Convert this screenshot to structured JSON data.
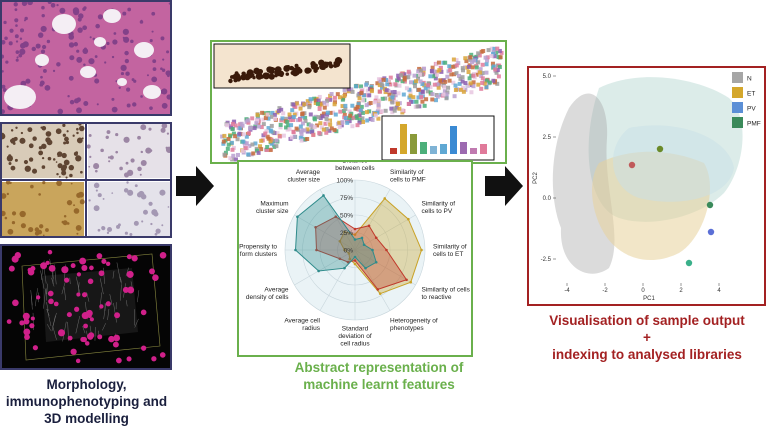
{
  "captions": {
    "left": [
      "Morphology,",
      "immunophenotyping and",
      "3D modelling"
    ],
    "middle": [
      "Abstract representation of",
      "machine learnt features"
    ],
    "right": [
      "Visualisation of sample output",
      "+",
      "indexing to analysed libraries"
    ]
  },
  "radar": {
    "axes": [
      [
        "Distance",
        "between cells"
      ],
      [
        "Similarity of",
        "cells to PMF"
      ],
      [
        "Similarity of",
        "cells to PV"
      ],
      [
        "Similarity of",
        "cells to ET"
      ],
      [
        "Similarity of cells",
        "to reactive"
      ],
      [
        "Heterogeneity of",
        "phenotypes"
      ],
      [
        "Standard",
        "deviation of",
        "cell radius"
      ],
      [
        "Average cell",
        "radius"
      ],
      [
        "Average",
        "density of cells"
      ],
      [
        "Propensity to",
        "form clusters"
      ],
      [
        "Maximum",
        "cluster size"
      ],
      [
        "Average",
        "cluster size"
      ]
    ],
    "percent_ticks": [
      "0%",
      "25%",
      "50%",
      "75%",
      "100%"
    ],
    "series": [
      {
        "color": "#c9a227",
        "values": [
          0.22,
          0.85,
          0.88,
          0.95,
          0.92,
          0.72,
          0.2,
          0.15,
          0.1,
          0.15,
          0.25,
          0.3
        ]
      },
      {
        "color": "#c0392b",
        "values": [
          0.3,
          0.4,
          0.35,
          0.45,
          0.85,
          0.65,
          0.15,
          0.2,
          0.25,
          0.55,
          0.65,
          0.55
        ]
      },
      {
        "color": "#2e8b8b",
        "values": [
          0.15,
          0.2,
          0.15,
          0.25,
          0.35,
          0.3,
          0.1,
          0.3,
          0.6,
          0.85,
          0.95,
          0.9
        ]
      }
    ]
  },
  "pca": {
    "xlabel": "PC1",
    "ylabel": "PC2",
    "x_ticks": [
      "-4",
      "-2",
      "0",
      "2",
      "4"
    ],
    "y_ticks": [
      "5.0",
      "2.5",
      "0.0",
      "-2.5"
    ],
    "legend": [
      {
        "label": "N",
        "color": "#a6a6a6"
      },
      {
        "label": "ET",
        "color": "#d4a72c"
      },
      {
        "label": "PV",
        "color": "#5b8fd6"
      },
      {
        "label": "PMF",
        "color": "#3a8a5a"
      }
    ]
  },
  "colors": {
    "left_frame": "#3a3a6a",
    "middle_frame": "#6ab04c",
    "right_frame": "#a32122",
    "arrow": "#111111"
  }
}
